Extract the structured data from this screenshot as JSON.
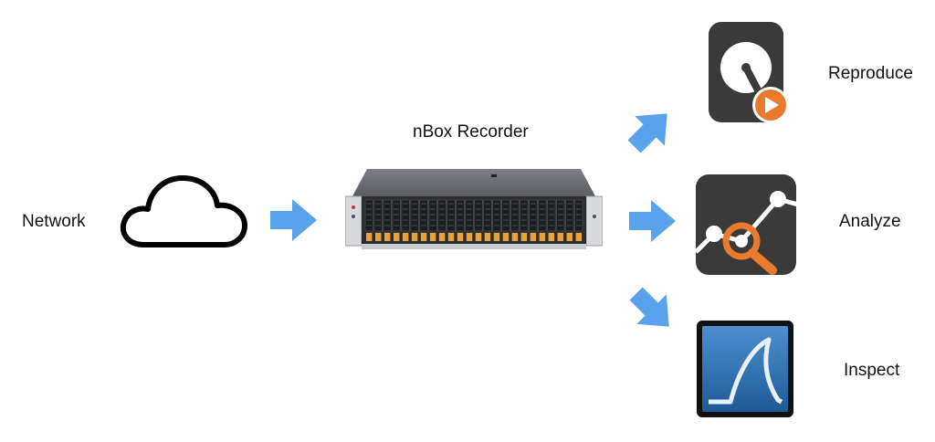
{
  "labels": {
    "source": "Network",
    "recorder": "nBox Recorder",
    "reproduce": "Reproduce",
    "analyze": "Analyze",
    "inspect": "Inspect"
  },
  "icons": {
    "source": "cloud-icon",
    "recorder": "rack-server-icon",
    "reproduce": "hard-drive-play-icon",
    "analyze": "chart-magnifier-icon",
    "inspect": "wireshark-fin-icon",
    "flow": "arrow-icon"
  },
  "colors": {
    "arrow": "#5aa2ec",
    "accent_orange": "#ea7a2c",
    "icon_dark": "#3a3a3a",
    "wireshark_blue": "#2e6fb0",
    "text": "#111111"
  }
}
